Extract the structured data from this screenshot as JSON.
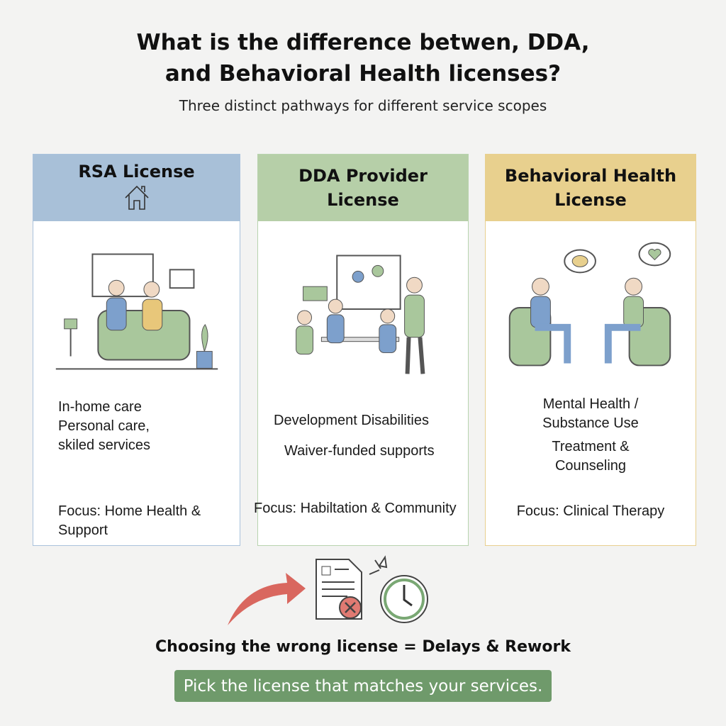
{
  "title_line1": "What is the difference betwen, DDA,",
  "title_line2": "and Behavioral Health licenses?",
  "subtitle": "Three distinct pathways for different service scopes",
  "cards": [
    {
      "title": "RSA License",
      "icon": "house-icon",
      "lines": [
        "In-home care",
        "Personal care,",
        "skiled services"
      ],
      "focus": [
        "Focus: Home Health &",
        "Support"
      ],
      "color": "#a8c0d8"
    },
    {
      "title_line1": "DDA Provider",
      "title_line2": "License",
      "lines": [
        "Development Disabilities",
        "Waiver-funded supports"
      ],
      "focus": [
        "Focus: Habiltation & Community"
      ],
      "color": "#b6cfa8"
    },
    {
      "title_line1": "Behavioral Health",
      "title_line2": "License",
      "lines": [
        "Mental Health /",
        "Substance Use",
        "Treatment &",
        "Counseling"
      ],
      "focus": [
        "Focus: Clinical Therapy"
      ],
      "color": "#e8d08e"
    }
  ],
  "warning": "Choosing the wrong license = Delays & Rework",
  "cta": "Pick the license that matches your services."
}
